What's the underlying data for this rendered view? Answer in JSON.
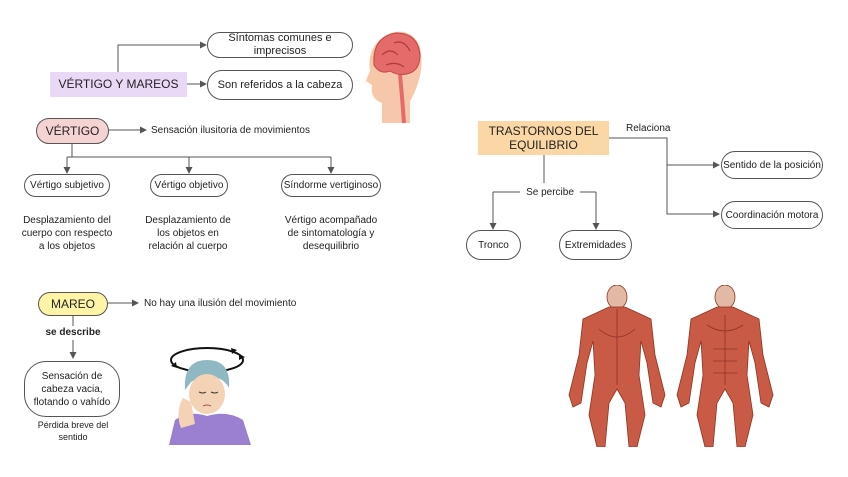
{
  "vertigo_mareos": {
    "title": "VÉRTIGO Y MAREOS",
    "branches": [
      "Síntomas comunes e imprecisos",
      "Son referidos a la cabeza"
    ]
  },
  "vertigo": {
    "label": "VÉRTIGO",
    "definition": "Sensación ilusitoria de movimientos",
    "types": [
      {
        "name": "Vértigo subjetivo",
        "desc": "Desplazamiento del cuerpo con respecto a los objetos"
      },
      {
        "name": "Vértigo objetivo",
        "desc": "Desplazamiento de los objetos en relación al cuerpo"
      },
      {
        "name": "Síndorme vertiginoso",
        "desc": "Vértigo acompañado de sintomatología y desequilibrio"
      }
    ]
  },
  "mareo": {
    "label": "MAREO",
    "definition": "No hay una ilusión del movimiento",
    "connector": "se describe",
    "description": "Sensación de cabeza vacia, flotando o vahído",
    "note": "Pérdida breve del sentido"
  },
  "trastornos": {
    "title": "TRASTORNOS DEL EQUILIBRIO",
    "relation_label": "Relaciona",
    "relations": [
      "Sentido de la posición",
      "Coordinación motora"
    ],
    "perceive_label": "Se percibe",
    "parts": [
      "Tronco",
      "Extremidades"
    ]
  },
  "colors": {
    "vertigo_mareos_fill": "#ead8f7",
    "vertigo_fill": "#f5d3d3",
    "mareo_fill": "#fdf4a6",
    "trastornos_fill": "#fad7a5",
    "line": "#555555"
  },
  "images": [
    "head-brain-illustration",
    "dizzy-woman-illustration",
    "human-muscles-illustration"
  ]
}
